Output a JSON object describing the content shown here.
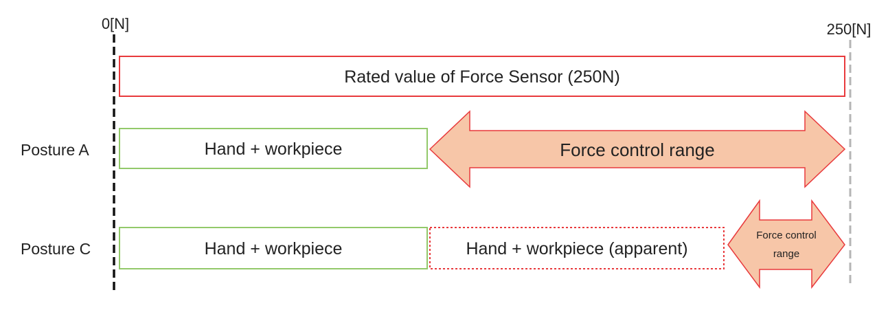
{
  "scale": {
    "min_label": "0[N]",
    "max_label": "250[N]"
  },
  "rated_box": {
    "label": "Rated value of Force Sensor (250N)"
  },
  "rows": [
    {
      "label": "Posture A",
      "load_box": "Hand + workpiece",
      "control_range": "Force control range"
    },
    {
      "label": "Posture C",
      "load_box": "Hand + workpiece",
      "apparent_box": "Hand + workpiece (apparent)",
      "control_range_line1": "Force control",
      "control_range_line2": "range"
    }
  ],
  "colors": {
    "rated_border": "#e8393c",
    "load_border": "#92c96a",
    "apparent_border": "#e8393c",
    "arrow_fill": "#f7c6a8",
    "arrow_border": "#e8393c",
    "zero_line": "#111111",
    "max_line": "#b5b5b5"
  }
}
